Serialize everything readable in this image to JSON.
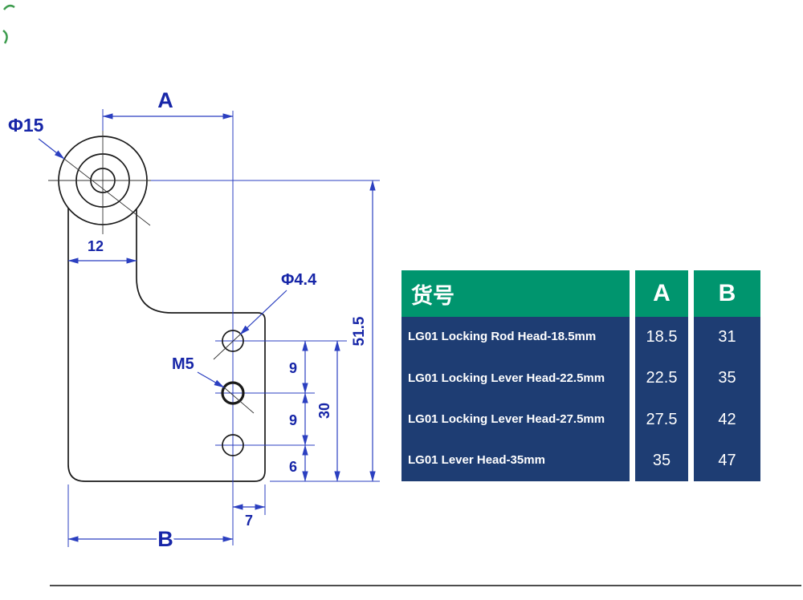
{
  "colors": {
    "dim_line": "#2b3fc0",
    "dim_text": "#1726a8",
    "outline": "#1a1a1a",
    "header_bg": "#00956e",
    "body_bg": "#1e3d73",
    "table_text": "#ffffff",
    "artifact_green": "#3d9c4e",
    "divider": "#4d4d4d"
  },
  "drawing": {
    "labels": {
      "dia_boss": "Φ15",
      "dim_a": "A",
      "offset_12": "12",
      "dia_hole": "Φ4.4",
      "thread": "M5",
      "pitch_9a": "9",
      "pitch_9b": "9",
      "edge_6": "6",
      "span_30": "30",
      "height_515": "51.5",
      "edge_7": "7",
      "dim_b": "B"
    }
  },
  "table": {
    "header": {
      "item_no": "货号",
      "col_a": "A",
      "col_b": "B"
    },
    "rows": [
      {
        "name": "LG01 Locking Rod Head-18.5mm",
        "a": "18.5",
        "b": "31"
      },
      {
        "name": "LG01 Locking Lever Head-22.5mm",
        "a": "22.5",
        "b": "35"
      },
      {
        "name": "LG01 Locking Lever Head-27.5mm",
        "a": "27.5",
        "b": "42"
      },
      {
        "name": "LG01 Lever Head-35mm",
        "a": "35",
        "b": "47"
      }
    ]
  }
}
